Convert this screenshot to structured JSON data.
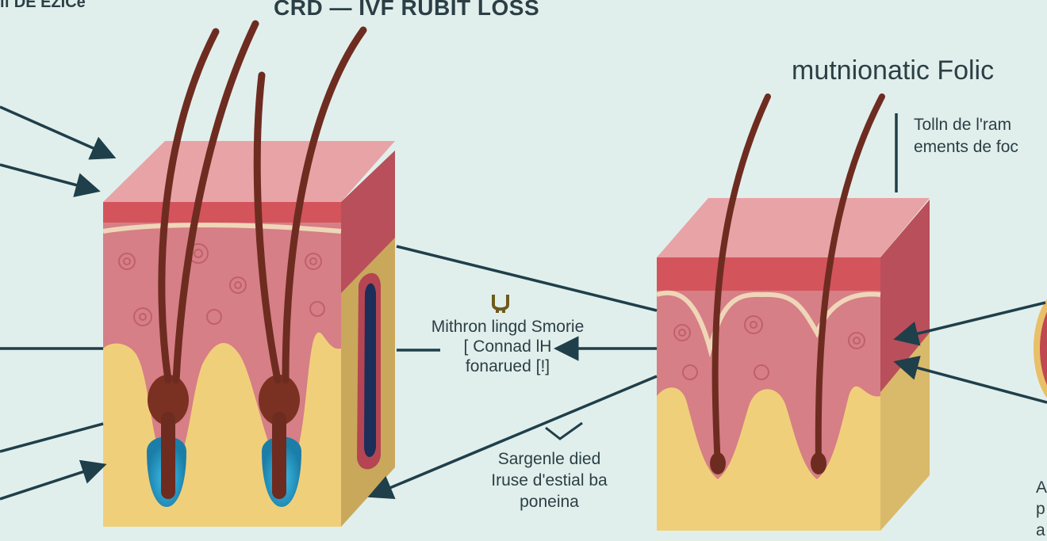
{
  "colors": {
    "background": "#e1efec",
    "skin_top": "#e8a3a6",
    "epidermis": "#d4545c",
    "dermis": "#d67f86",
    "fat": "#f0cf7a",
    "hair": "#6e2c21",
    "bulb_glow": "#2ba2cf",
    "pointer": "#1f3f4a"
  },
  "labels": {
    "title": "CRD — IVF RUBIT LOSS",
    "corner": "ıf DE EZICe",
    "right_title": "mutnionatic Folic",
    "right_desc": [
      "Tolln de l'ram",
      "ements de foc"
    ],
    "mid_block": [
      "Mithron lingd Smorie",
      "[ Connad lH",
      "fonarued [!]"
    ],
    "low_block": [
      "Sargenle died",
      "Iruse d'estial ba",
      "poneina"
    ],
    "edge_chars": [
      "A",
      "p",
      "a"
    ]
  }
}
